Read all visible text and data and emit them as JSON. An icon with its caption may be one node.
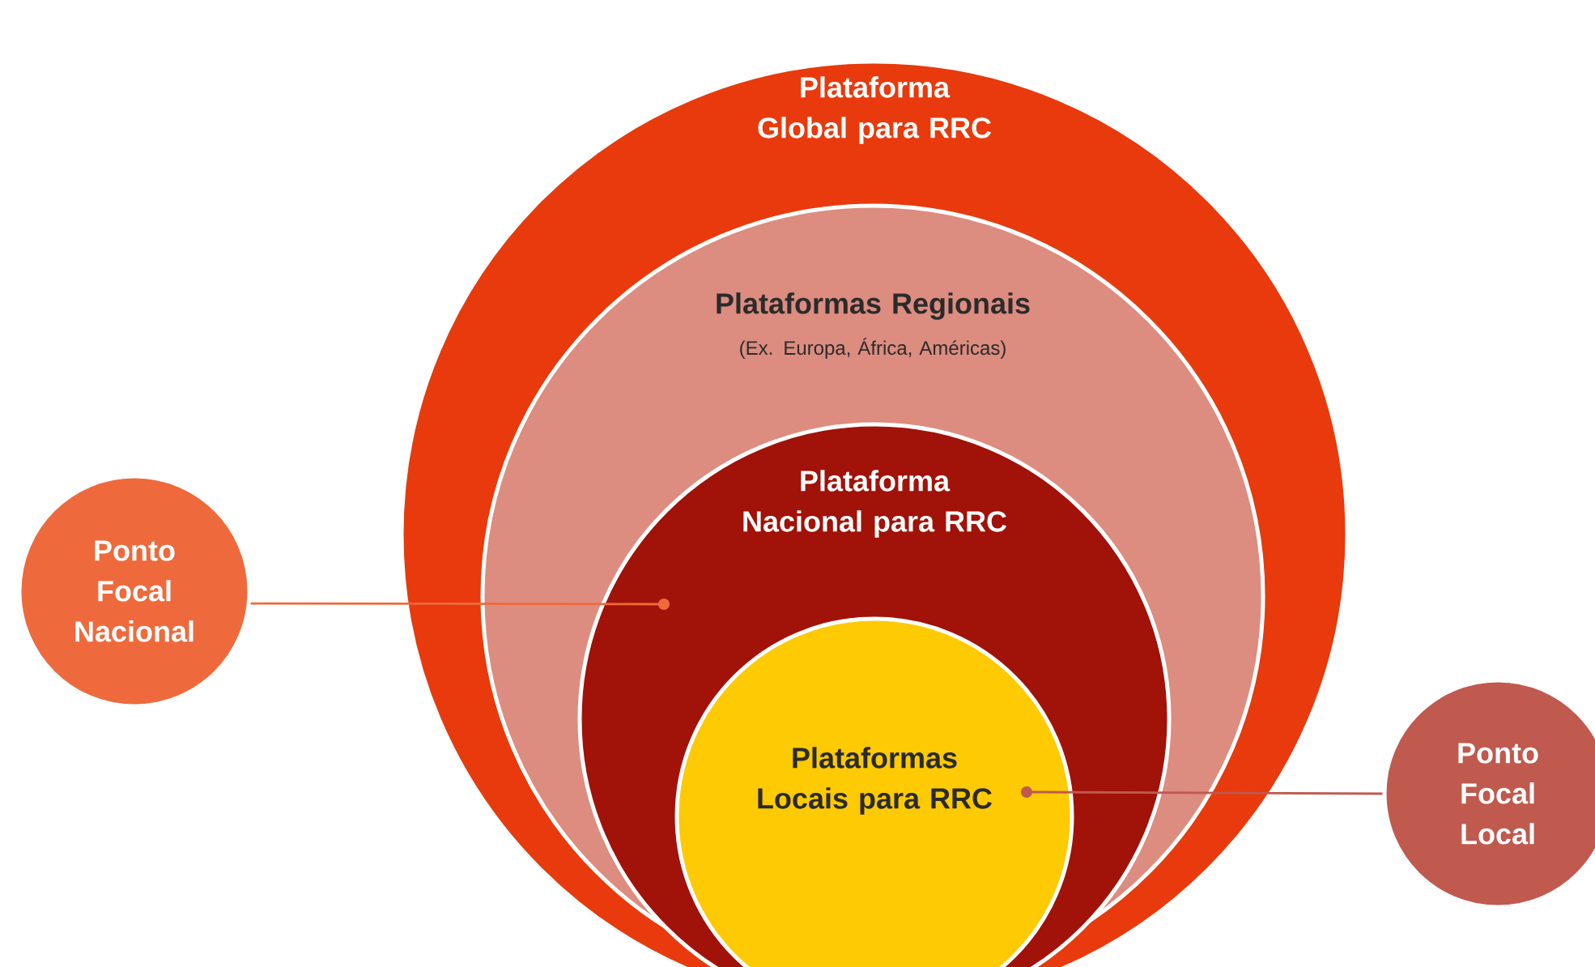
{
  "diagram": {
    "nodes": [
      {
        "text": [
          "Plataforma Global para RRC"
        ]
      },
      {
        "text": [
          "Plataformas Regionais",
          "(Ex. Europa, África, Américas)"
        ],
        "in": 0
      },
      {
        "text": [
          "Plataforma Nacional para RRC"
        ],
        "in": 1
      },
      {
        "text": [
          "Plataformas Locais para RRC"
        ],
        "in": 2
      },
      {
        "text": [
          "Ponto Focal Nacional"
        ]
      },
      {
        "text": [
          "Ponto Focal Local"
        ]
      }
    ],
    "edges": [
      {
        "from": 4,
        "to": 2,
        "arrow": "other",
        "color": "#ee6a3c"
      },
      {
        "from": 5,
        "to": 3,
        "arrow": "other",
        "color": "#c0594e"
      }
    ]
  }
}
